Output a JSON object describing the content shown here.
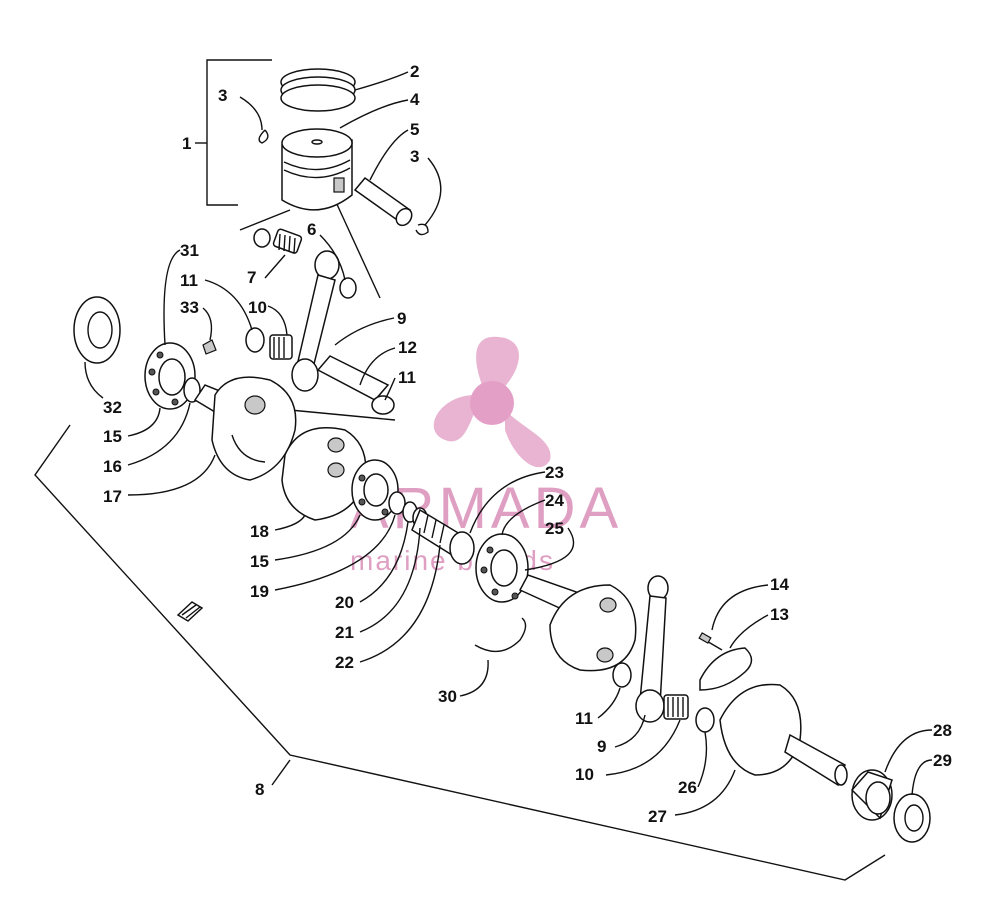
{
  "diagram": {
    "callouts": [
      "1",
      "2",
      "3",
      "3",
      "4",
      "5",
      "6",
      "7",
      "8",
      "9",
      "9",
      "10",
      "10",
      "11",
      "11",
      "11",
      "12",
      "13",
      "14",
      "15",
      "15",
      "16",
      "17",
      "18",
      "19",
      "20",
      "21",
      "22",
      "23",
      "24",
      "25",
      "26",
      "27",
      "28",
      "29",
      "30",
      "31",
      "32",
      "33"
    ]
  },
  "watermark": {
    "brand": "ARMADA",
    "tagline": "marine boards",
    "color": "#d98fb8"
  }
}
